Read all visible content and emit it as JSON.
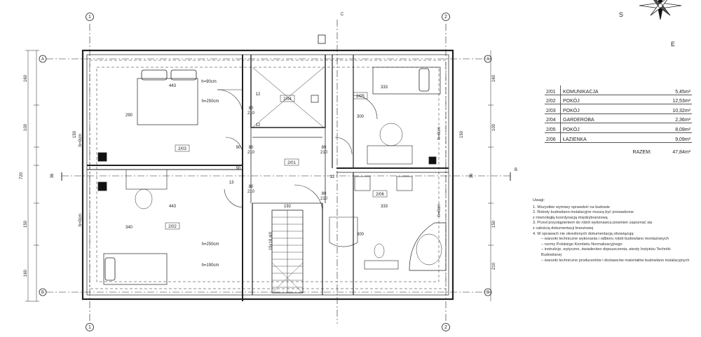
{
  "plan": {
    "grid_axes": {
      "top_1": "1",
      "top_2": "2",
      "bottom_1": "1",
      "bottom_2": "2",
      "left_A": "A",
      "left_B": "B",
      "right_A": "A",
      "right_B": "B"
    },
    "section_marks": {
      "c": "C",
      "b": "B"
    },
    "compass": {
      "s": "S",
      "e": "E"
    },
    "room_tags": [
      "2/01",
      "2/02",
      "2/03",
      "2/04",
      "2/05",
      "2/06"
    ],
    "dims": {
      "d443a": "443",
      "d443b": "443",
      "d333a": "333",
      "d333b": "333",
      "d192": "192",
      "d290": "290",
      "d340": "340",
      "d300a": "300",
      "d300b": "300",
      "h90": "h=90cm",
      "h250a": "h=250cm",
      "h250b": "h=250cm",
      "h190": "h=190cm",
      "h0a": "h=0cm",
      "h0b": "h=0cm",
      "h0c": "h=0cm",
      "h0d": "h=0cm",
      "d80": "80",
      "d210": "210",
      "d90": "90",
      "d12": "12",
      "d13": "13",
      "left_160": "160",
      "left_150": "150",
      "left_100": "100",
      "left_720": "720",
      "left_36": "36",
      "left_150b": "150",
      "left_160b": "160",
      "right_160": "160",
      "right_150": "150",
      "right_100": "100",
      "right_36": "36",
      "right_150b": "150",
      "right_210": "210",
      "stair": "19x18.4/0"
    }
  },
  "rooms_table": {
    "rows": [
      {
        "num": "2/01",
        "name": "KOMUNIKACJA",
        "area": "5,45m²"
      },
      {
        "num": "2/02",
        "name": "POKÓJ",
        "area": "12,53m²"
      },
      {
        "num": "2/03",
        "name": "POKÓJ",
        "area": "10,32m²"
      },
      {
        "num": "2/04",
        "name": "GARDEROBA",
        "area": "2,36m²"
      },
      {
        "num": "2/05",
        "name": "POKÓJ",
        "area": "8,09m²"
      },
      {
        "num": "2/06",
        "name": "ŁAZIENKA",
        "area": "9,09m²"
      }
    ],
    "total_label": "RAZEM:",
    "total_area": "47,84m²"
  },
  "notes": {
    "title": "Uwagi:",
    "items": [
      "1. Wszystkie wymiary sprawdzić na budowie",
      "2. Roboty budowlano-instalacyjne muszą być prowadzone",
      "   z równoległą koordynacją międzybranżową",
      "3. Przed przystąpieniem do robót wykonawca powinien zapoznać się",
      "   z całością dokumentacji branżowej",
      "4. W sprawach nie określonych dokumentacją obowiązują:"
    ],
    "sub_items": [
      "– warunki techniczne wykonania i odbioru robót budowlano montażowych",
      "– normy Polskiego Komitetu Normalizacyjnego",
      "– instrukcje, wytyczne, świadectwo dopuszczenia, atesty Instytutu Techniki",
      "Budowlanej",
      "– warunki techniczne producentów i dostawców materiałów budowlano instalacyjnych"
    ]
  }
}
